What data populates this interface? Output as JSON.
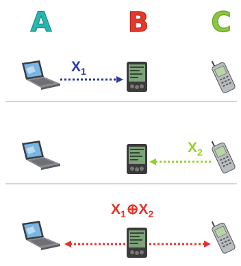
{
  "nodes": [
    {
      "letter": "A",
      "color": "#2bb5b0",
      "device": "laptop-icon"
    },
    {
      "letter": "B",
      "color": "#e53a2b",
      "device": "pda-icon"
    },
    {
      "letter": "C",
      "color": "#8cc63f",
      "device": "cell-phone-icon"
    }
  ],
  "steps": [
    {
      "label": {
        "base": "X",
        "sub": "1"
      },
      "color": "#2a3a9a",
      "from": "A",
      "to": "B"
    },
    {
      "label": {
        "base": "X",
        "sub": "2"
      },
      "color": "#9acd32",
      "from": "C",
      "to": "B"
    },
    {
      "label": {
        "left_base": "X",
        "left_sub": "1",
        "operator": "⊕",
        "right_base": "X",
        "right_sub": "2"
      },
      "color": "#e8302a",
      "from": "B",
      "to": [
        "A",
        "C"
      ]
    }
  ],
  "colors": {
    "separator": "#c8c8c8",
    "laptop_body": "#8a8c92",
    "laptop_screen": "#7ab4e0",
    "pda_body": "#3a3a3a",
    "pda_screen": "#7ea27a",
    "phone_body": "#b9bdc0",
    "phone_screen": "#b6d6a8"
  }
}
